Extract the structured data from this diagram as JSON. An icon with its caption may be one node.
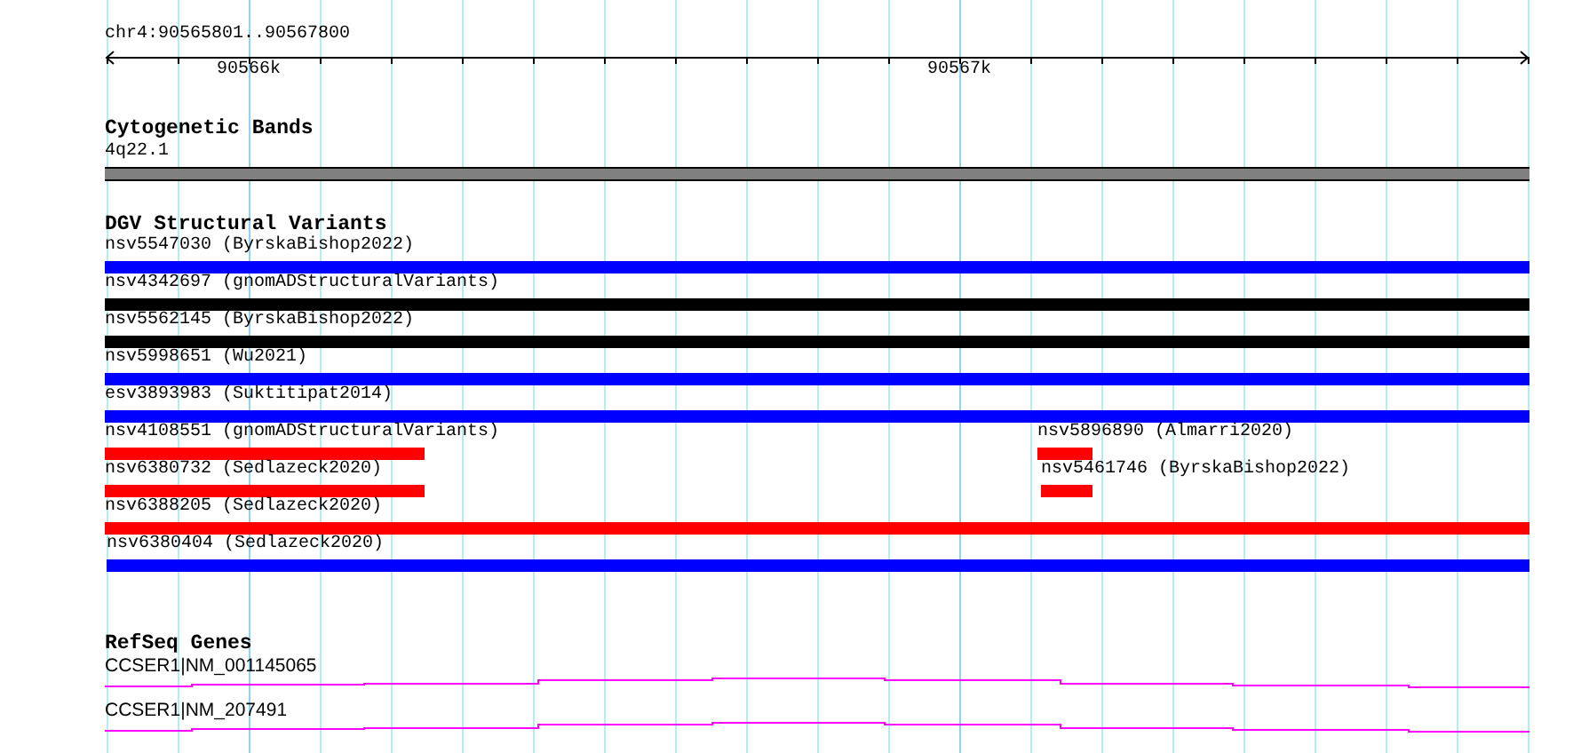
{
  "diagram": {
    "title": "chr4:90565801..90567800",
    "nodes": [
      {
        "text": [
          "4q22.1"
        ]
      },
      {
        "text": [
          "nsv5547030 (ByrskaBishop2022)"
        ]
      },
      {
        "text": [
          "nsv4342697 (gnomADStructuralVariants)"
        ]
      },
      {
        "text": [
          "nsv5562145 (ByrskaBishop2022)"
        ]
      },
      {
        "text": [
          "nsv5998651 (Wu2021)"
        ]
      },
      {
        "text": [
          "esv3893983 (Suktitipat2014)"
        ]
      },
      {
        "text": [
          "nsv4108551 (gnomADStructuralVariants)"
        ]
      },
      {
        "text": [
          "nsv5896890 (Almarri2020)"
        ]
      },
      {
        "text": [
          "nsv6380732 (Sedlazeck2020)"
        ]
      },
      {
        "text": [
          "nsv5461746 (ByrskaBishop2022)"
        ]
      },
      {
        "text": [
          "nsv6388205 (Sedlazeck2020)"
        ]
      },
      {
        "text": [
          "nsv6380404 (Sedlazeck2020)"
        ]
      },
      {
        "text": [
          "CCSER1|NM_001145065"
        ]
      },
      {
        "text": [
          "CCSER1|NM_207491"
        ]
      }
    ],
    "labels": [
      "90566k",
      "90567k",
      "Cytogenetic Bands",
      "DGV Structural Variants",
      "RefSeq Genes"
    ]
  }
}
